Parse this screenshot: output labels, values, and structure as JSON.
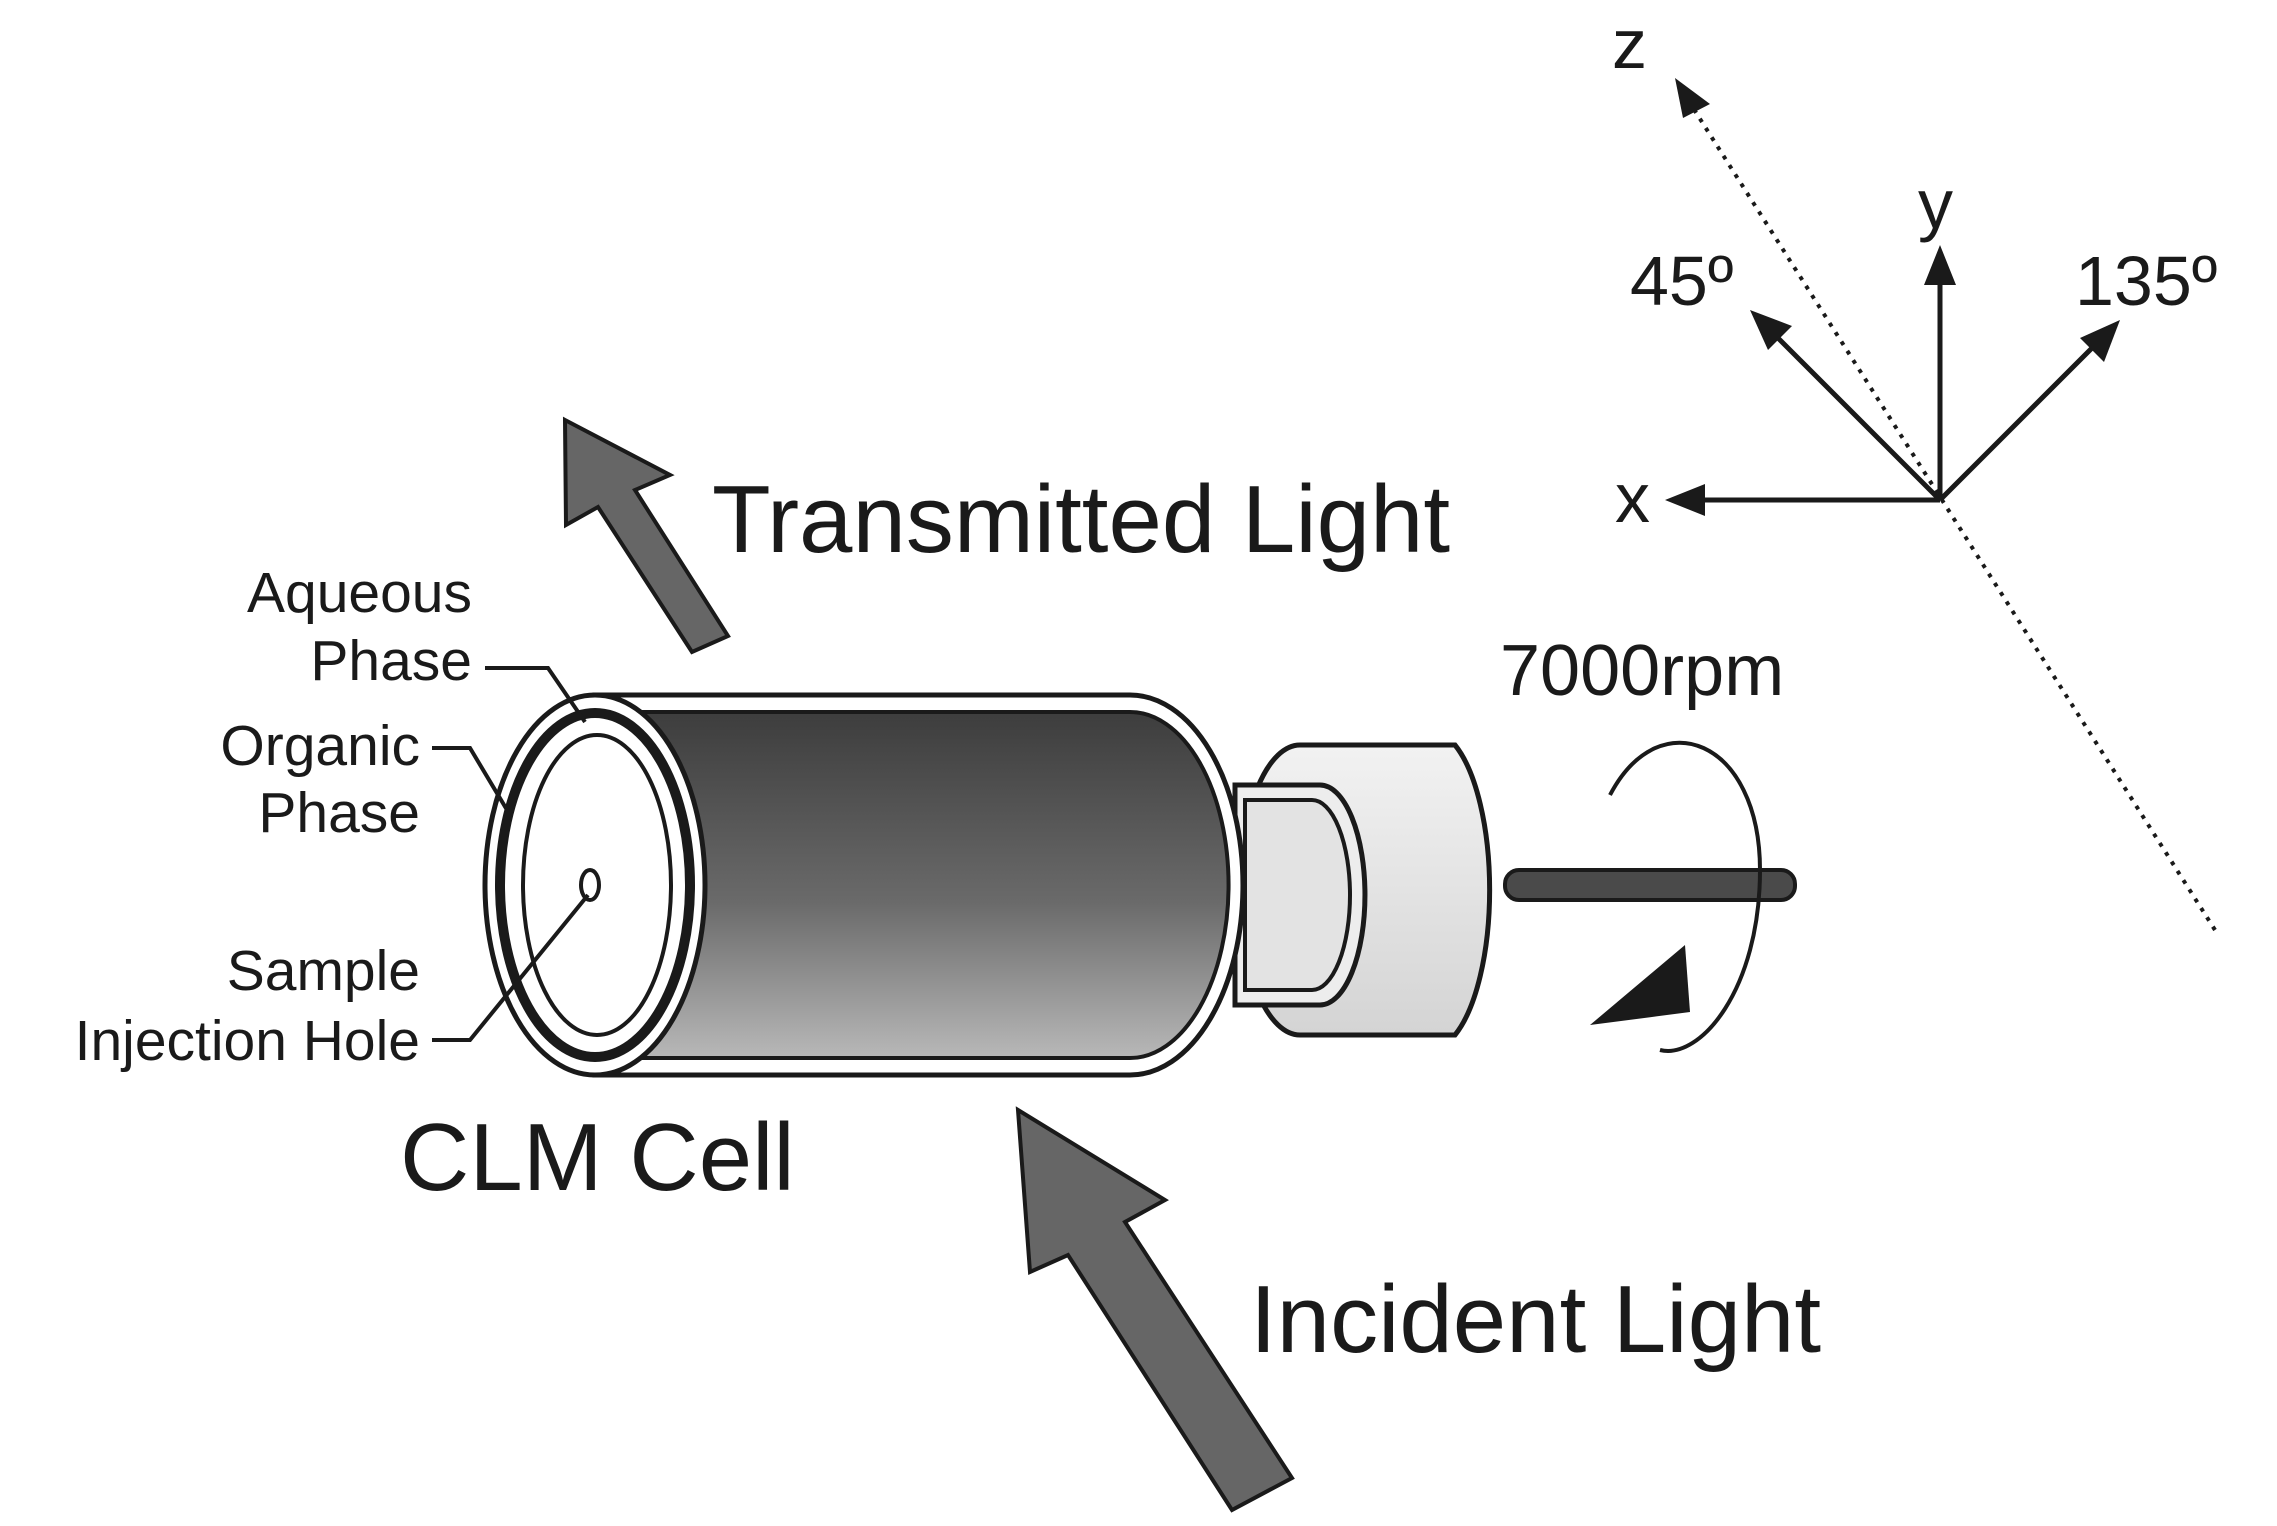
{
  "labels": {
    "transmitted_light": "Transmitted  Light",
    "incident_light": "Incident  Light",
    "clm_cell": "CLM  Cell",
    "rpm": "7000rpm",
    "aqueous_1": "Aqueous",
    "aqueous_2": "Phase",
    "organic_1": "Organic",
    "organic_2": "Phase",
    "sample_1": "Sample",
    "sample_2": "Injection Hole"
  },
  "axes": {
    "z": "z",
    "y": "y",
    "x": "x",
    "angle_45": "45º",
    "angle_135": "135º"
  },
  "colors": {
    "arrow_fill": "#666666",
    "cylinder_dark": "#4a4a4a",
    "cylinder_light": "#bdbdbd",
    "hub_fill": "#e6e6e6",
    "line": "#1a1a1a"
  }
}
